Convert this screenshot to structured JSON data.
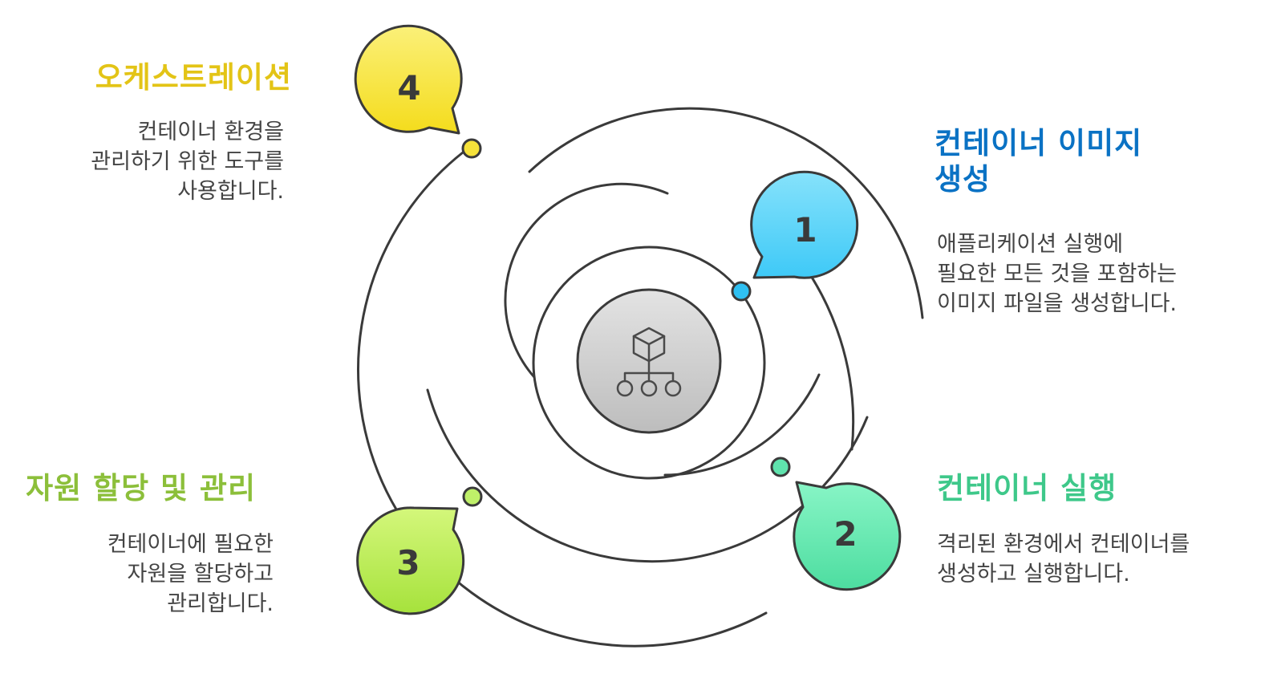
{
  "colors": {
    "step1": "#1e90e0",
    "step2": "#3ecf8e",
    "step3": "#8cc63f",
    "step4": "#e6c619",
    "line": "#3a3a3a",
    "body_text": "#444444"
  },
  "center": {
    "icon": "container-network-icon"
  },
  "steps": [
    {
      "number": "1",
      "title_lines": [
        "컨테이너 이미지",
        "생성"
      ],
      "desc_lines": [
        "애플리케이션 실행에",
        "필요한 모든 것을 포함하는",
        "이미지 파일을 생성합니다."
      ],
      "title_color": "#0a72c4"
    },
    {
      "number": "2",
      "title_lines": [
        "컨테이너 실행"
      ],
      "desc_lines": [
        "격리된 환경에서 컨테이너를",
        "생성하고 실행합니다."
      ],
      "title_color": "#3ec88a"
    },
    {
      "number": "3",
      "title_lines": [
        "자원 할당 및 관리"
      ],
      "desc_lines": [
        "컨테이너에 필요한",
        "자원을 할당하고",
        "관리합니다."
      ],
      "title_color": "#8cbf3a"
    },
    {
      "number": "4",
      "title_lines": [
        "오케스트레이션"
      ],
      "desc_lines": [
        "컨테이너 환경을",
        "관리하기 위한 도구를",
        "사용합니다."
      ],
      "title_color": "#e3c416"
    }
  ]
}
